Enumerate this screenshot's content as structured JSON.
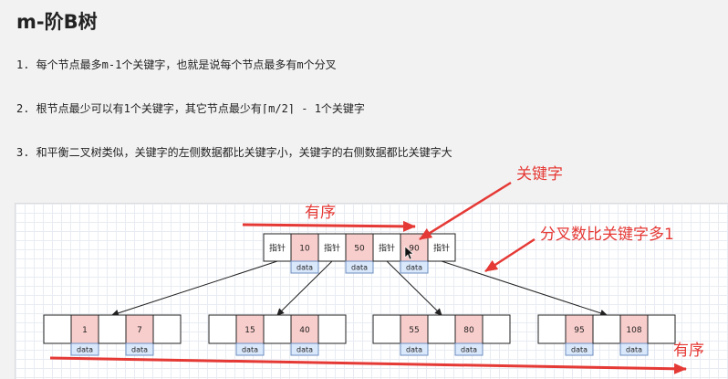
{
  "title": "m-阶B树",
  "points": [
    "1. 每个节点最多m-1个关键字，也就是说每个节点最多有m个分叉",
    "2. 根节点最少可以有1个关键字，其它节点最少有⌈m/2⌉ - 1个关键字",
    "3. 和平衡二叉树类似，关键字的左侧数据都比关键字小，关键字的右侧数据都比关键字大"
  ],
  "diagram": {
    "pointer_label": "指针",
    "data_label": "data",
    "root_keys": [
      "10",
      "50",
      "90"
    ],
    "leaves": [
      [
        "1",
        "7"
      ],
      [
        "15",
        "40"
      ],
      [
        "55",
        "80"
      ],
      [
        "95",
        "108"
      ]
    ],
    "colors": {
      "key_fill": "#f8cecc",
      "data_fill": "#dae8fc",
      "data_stroke": "#6c8ebf",
      "annotation": "#e53935"
    }
  },
  "annotations": {
    "ordered_top": "有序",
    "keyword": "关键字",
    "branches": "分叉数比关键字多1",
    "ordered_bottom": "有序"
  }
}
